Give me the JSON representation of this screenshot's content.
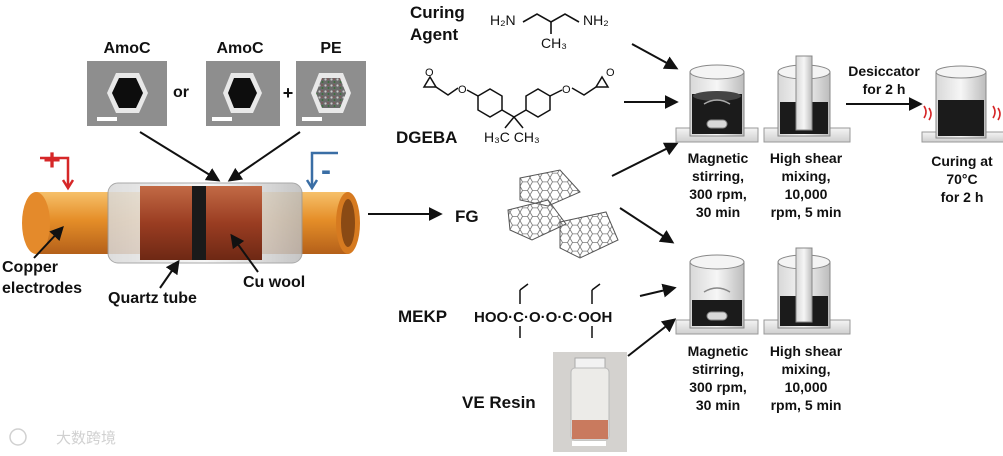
{
  "photos": {
    "amoc_left": "AmoC",
    "or": "or",
    "amoc_right": "AmoC",
    "plus": "+",
    "pe": "PE"
  },
  "tube": {
    "plus_sign": "+",
    "minus_sign": "-",
    "copper_electrodes_line1": "Copper",
    "copper_electrodes_line2": "electrodes",
    "quartz_tube": "Quartz tube",
    "cu_wool": "Cu wool",
    "colors": {
      "copper": "#e08a2a",
      "wool": "#a3482a",
      "positive": "#d62728",
      "negative": "#3a6ea5"
    }
  },
  "reagents": {
    "curing_agent_line1": "Curing",
    "curing_agent_line2": "Agent",
    "amine_left": "H₂N",
    "amine_right": "NH₂",
    "amine_methyl": "CH₃",
    "dgeba": "DGEBA",
    "dgeba_methyl": "H₃C  CH₃",
    "fg": "FG",
    "mekp": "MEKP",
    "mekp_formula": "HOO·C·O·O·C·OOH",
    "ve_resin": "VE Resin"
  },
  "steps_top": {
    "magnetic": [
      "Magnetic",
      "stirring,",
      "300 rpm,",
      "30 min"
    ],
    "shear": [
      "High shear",
      "mixing,",
      "10,000",
      "rpm, 5 min"
    ],
    "desiccator": [
      "Desiccator",
      "for 2 h"
    ],
    "curing": [
      "Curing at",
      "70°C",
      "for 2 h"
    ]
  },
  "steps_bottom": {
    "magnetic": [
      "Magnetic",
      "stirring,",
      "300 rpm,",
      "30 min"
    ],
    "shear": [
      "High shear",
      "mixing,",
      "10,000",
      "rpm, 5 min"
    ]
  },
  "watermark": "大数跨境"
}
